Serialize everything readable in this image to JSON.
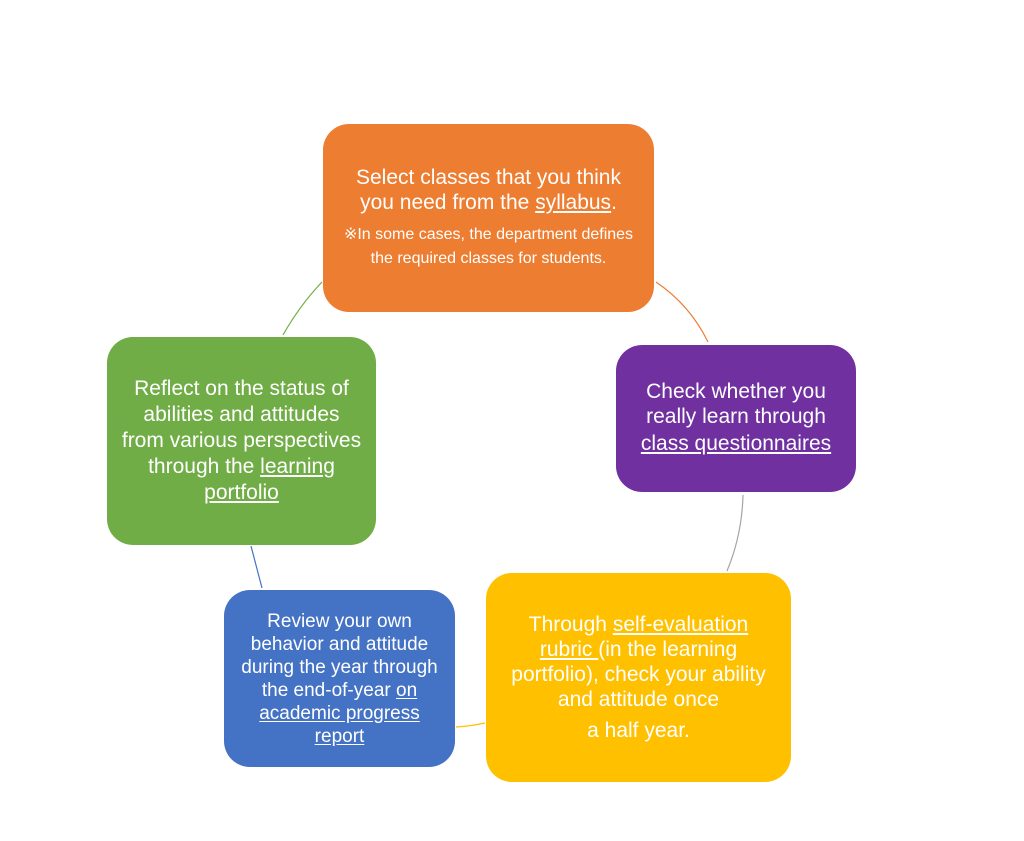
{
  "colors": {
    "orange": "#ED7D31",
    "purple": "#7030A0",
    "yellow": "#FFC000",
    "blue": "#4472C4",
    "green": "#70AD47"
  },
  "nodes": {
    "select": {
      "text_before": "Select classes that you think you need from the ",
      "link": "syllabus",
      "text_after": ".",
      "note": "※In some cases, the department defines the required classes for students."
    },
    "check": {
      "text": "Check whether you really learn through",
      "link": "class questionnaires"
    },
    "rubric": {
      "text_before": "Through ",
      "link": "self-evaluation rubric ",
      "text_after": "(in the learning portfolio), check your ability and attitude once",
      "text_last": "a half year."
    },
    "review": {
      "text_before": "Review your own behavior and attitude during the year through the end-of-year ",
      "link": "on academic progress report"
    },
    "reflect": {
      "text_before": "Reflect on the status of abilities and attitudes from various perspectives through the ",
      "link": "learning portfolio"
    }
  }
}
